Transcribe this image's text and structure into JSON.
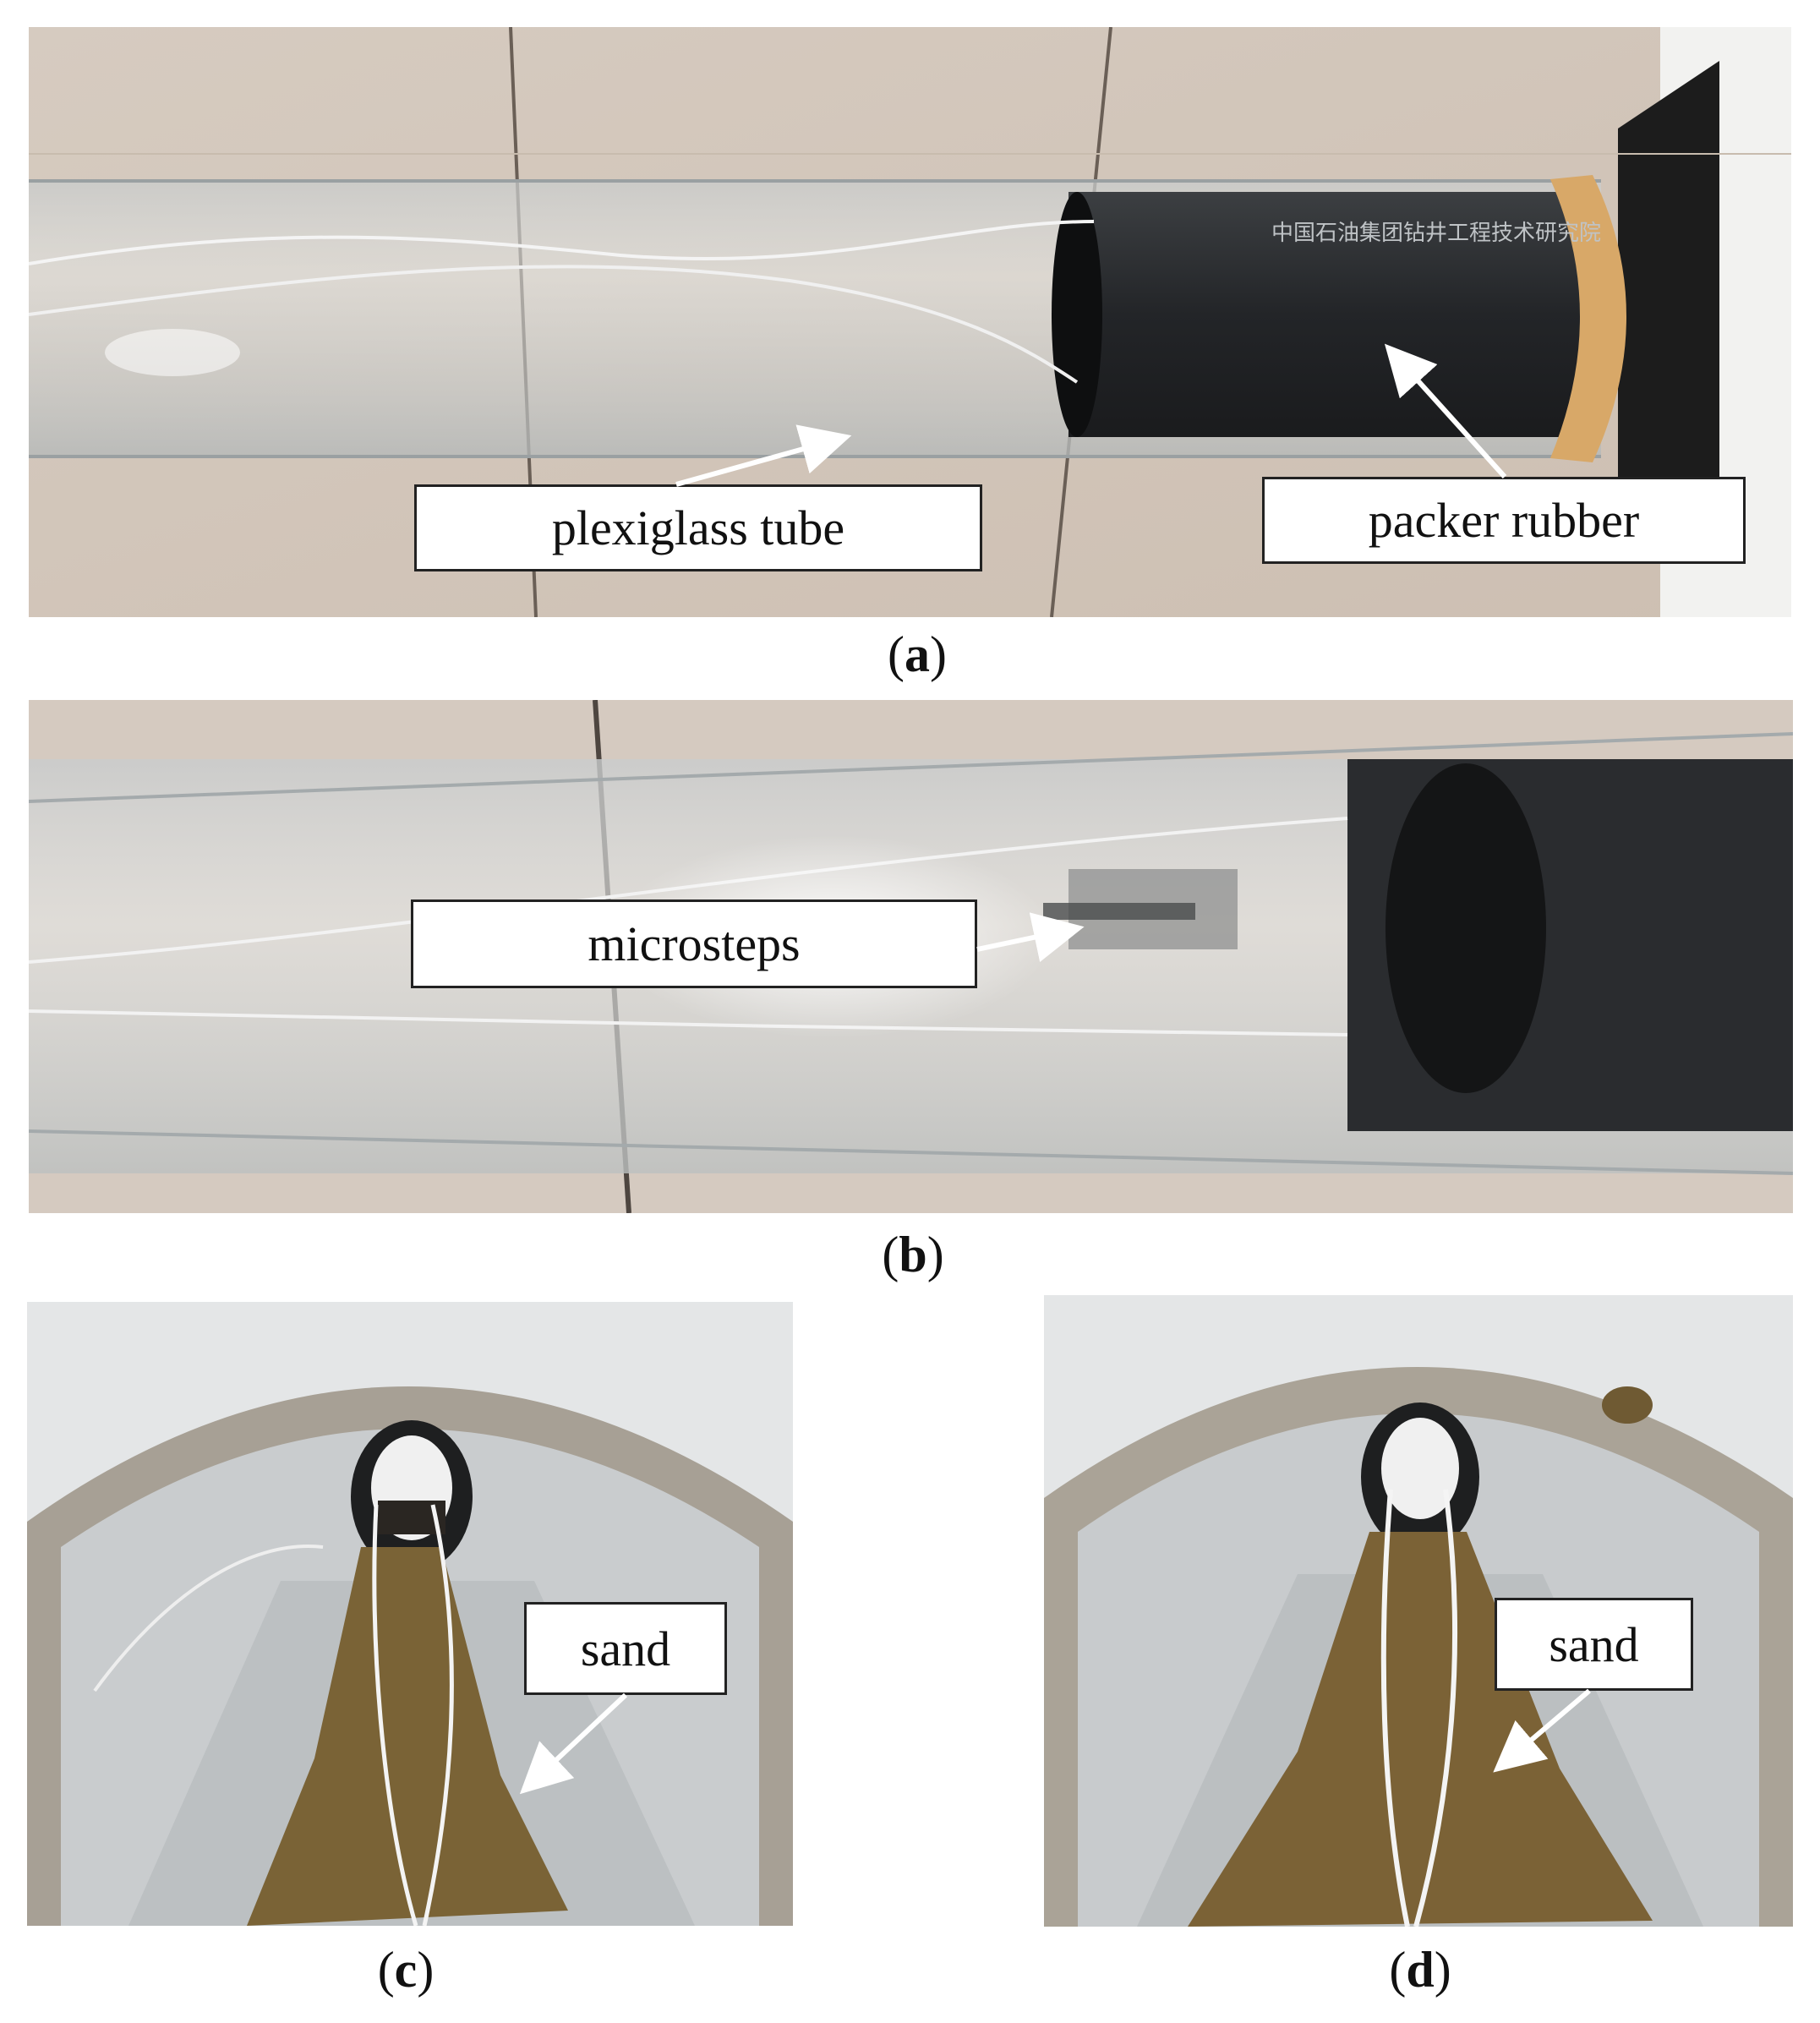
{
  "panels": {
    "a": {
      "letter": "a",
      "labels": {
        "tube": "plexiglass tube",
        "packer": "packer rubber",
        "stamp": "中国石油集团钻井工程技术研究院"
      }
    },
    "b": {
      "letter": "b",
      "labels": {
        "microsteps": "microsteps"
      }
    },
    "c": {
      "letter": "c",
      "labels": {
        "sand": "sand"
      }
    },
    "d": {
      "letter": "d",
      "labels": {
        "sand": "sand"
      }
    }
  },
  "colors": {
    "tile": "#d8cdc2",
    "tube_edge": "#b9bfc2",
    "rubber": "#2b2d30",
    "sand": "#7a6336",
    "arrow": "#ffffff"
  }
}
